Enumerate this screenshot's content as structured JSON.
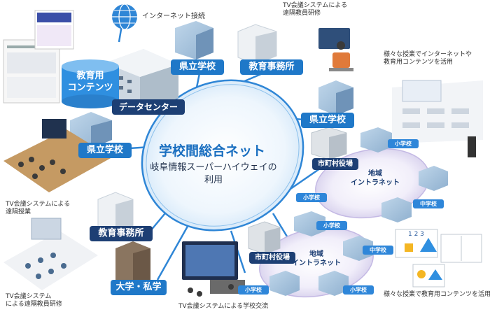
{
  "center": {
    "title": "学校間総合ネット",
    "subtitle_line1": "岐阜情報スーパーハイウェイの",
    "subtitle_line2": "利用"
  },
  "nodes": {
    "prefectural_school_top": "県立学校",
    "education_office_top": "教育事務所",
    "data_center": "データセンター",
    "prefectural_school_right": "県立学校",
    "prefectural_school_left": "県立学校",
    "education_office_bottom": "教育事務所",
    "university": "大学・私学",
    "municipal_office_upper": "市町村役場",
    "municipal_office_lower": "市町村役場",
    "educational_contents_line1": "教育用",
    "educational_contents_line2": "コンテンツ"
  },
  "intranets": {
    "upper": {
      "line1": "地域",
      "line2": "イントラネット",
      "schools": [
        "小学校",
        "小学校",
        "中学校"
      ]
    },
    "lower": {
      "line1": "地域",
      "line2": "イントラネット",
      "schools": [
        "小学校",
        "中学校",
        "小学校",
        "小学校"
      ]
    }
  },
  "captions": {
    "internet": "インターネット接続",
    "tv_remote_training_top_line1": "TV会議システムによる",
    "tv_remote_training_top_line2": "遠隔教員研修",
    "various_classes_internet_line1": "様々な授業でインターネットや",
    "various_classes_internet_line2": "教育用コンテンツを活用",
    "tv_remote_class_line1": "TV会議システムによる",
    "tv_remote_class_line2": "遠隔授業",
    "tv_remote_training_bottom_line1": "TV会議システム",
    "tv_remote_training_bottom_line2": "による遠隔教員研修",
    "tv_school_exchange": "TV会議システムによる学校交流",
    "various_classes_contents": "様々な授業で教育用コンテンツを活用"
  },
  "illustration_text": {
    "numbers": "1 2 3"
  },
  "colors": {
    "network_blue": "#2f86d6",
    "dark_navy": "#1d3f74",
    "intranet_purple": "#d9d2ee"
  }
}
